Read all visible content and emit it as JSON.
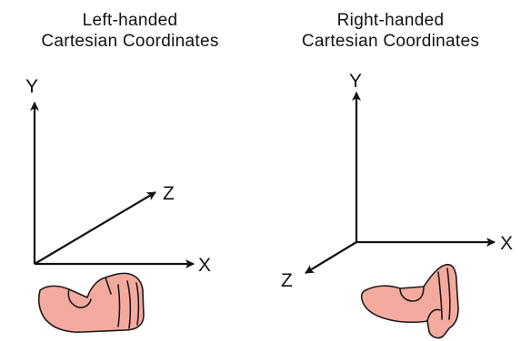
{
  "left": {
    "title_line1": "Left-handed",
    "title_line2": "Cartesian Coordinates",
    "axes": {
      "y": "Y",
      "z": "Z",
      "x": "X"
    }
  },
  "right": {
    "title_line1": "Right-handed",
    "title_line2": "Cartesian Coordinates",
    "axes": {
      "y": "Y",
      "x": "X",
      "z": "Z"
    }
  },
  "colors": {
    "axis": "#111111",
    "hand_fill": "#f4aa9e",
    "hand_outline": "#1a1a1a"
  },
  "icons": {
    "left_hand": "left-hand-icon",
    "right_hand": "right-hand-icon"
  }
}
